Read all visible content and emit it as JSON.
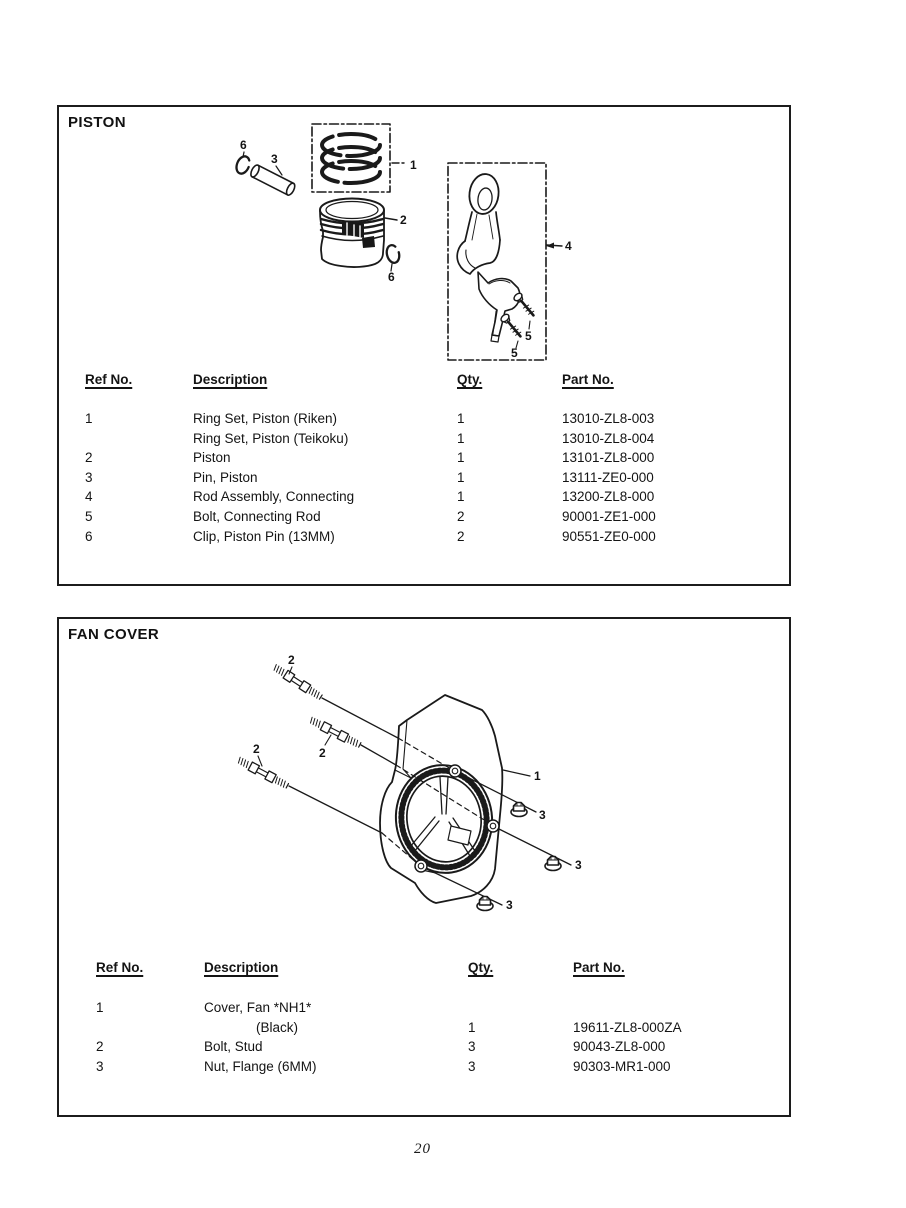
{
  "document": {
    "page_number": "20",
    "colors": {
      "ink": "#1a1a1a",
      "paper": "#ffffff"
    }
  },
  "sections": [
    {
      "title": "PISTON",
      "figure": {
        "callout_ring_set": "1",
        "callout_piston": "2",
        "callout_pin": "3",
        "callout_rod_assembly": "4",
        "callout_bolt_upper": "5",
        "callout_bolt_lower": "5",
        "callout_clip_left": "6",
        "callout_clip_right": "6"
      },
      "table": {
        "headers": {
          "ref": "Ref No.",
          "description": "Description",
          "qty": "Qty.",
          "part": "Part No."
        },
        "rows": [
          {
            "ref": "1",
            "description": "Ring Set, Piston (Riken)",
            "qty": "1",
            "part": "13010-ZL8-003"
          },
          {
            "ref": "",
            "description": "Ring Set, Piston (Teikoku)",
            "qty": "1",
            "part": "13010-ZL8-004"
          },
          {
            "ref": "2",
            "description": "Piston",
            "qty": "1",
            "part": "13101-ZL8-000"
          },
          {
            "ref": "3",
            "description": "Pin, Piston",
            "qty": "1",
            "part": "13111-ZE0-000"
          },
          {
            "ref": "4",
            "description": "Rod Assembly, Connecting",
            "qty": "1",
            "part": "13200-ZL8-000"
          },
          {
            "ref": "5",
            "description": "Bolt, Connecting Rod",
            "qty": "2",
            "part": "90001-ZE1-000"
          },
          {
            "ref": "6",
            "description": "Clip, Piston Pin (13MM)",
            "qty": "2",
            "part": "90551-ZE0-000"
          }
        ]
      }
    },
    {
      "title": "FAN COVER",
      "figure": {
        "callout_cover": "1",
        "callout_stud_top": "2",
        "callout_stud_middle": "2",
        "callout_stud_bottom": "2",
        "callout_nut_top": "3",
        "callout_nut_middle": "3",
        "callout_nut_bottom": "3"
      },
      "table": {
        "headers": {
          "ref": "Ref No.",
          "description": "Description",
          "qty": "Qty.",
          "part": "Part No."
        },
        "rows": [
          {
            "ref": "1",
            "description": "Cover, Fan *NH1*",
            "qty": "",
            "part": ""
          },
          {
            "ref": "",
            "description": "(Black)",
            "qty": "1",
            "part": "19611-ZL8-000ZA"
          },
          {
            "ref": "2",
            "description": "Bolt, Stud",
            "qty": "3",
            "part": "90043-ZL8-000"
          },
          {
            "ref": "3",
            "description": "Nut, Flange (6MM)",
            "qty": "3",
            "part": "90303-MR1-000"
          }
        ]
      }
    }
  ]
}
